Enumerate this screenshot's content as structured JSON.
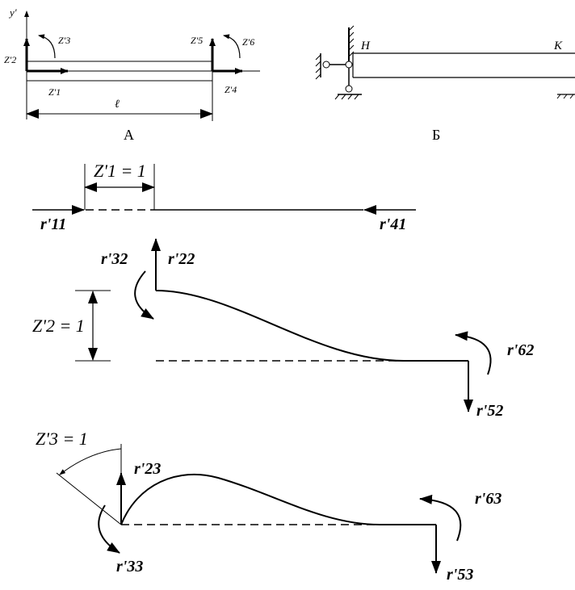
{
  "panel_a": {
    "caption": "А",
    "axis_label": "y'",
    "z1": "Z'1",
    "z2": "Z'2",
    "z3": "Z'3",
    "z4": "Z'4",
    "z5": "Z'5",
    "z6": "Z'6",
    "length_label": "ℓ"
  },
  "panel_b": {
    "caption": "Б",
    "node_h": "H",
    "node_k": "K"
  },
  "case1": {
    "displacement": "Z'1 = 1",
    "r11": "r'11",
    "r41": "r'41"
  },
  "case2": {
    "displacement": "Z'2 = 1",
    "r32": "r'32",
    "r22": "r'22",
    "r62": "r'62",
    "r52": "r'52"
  },
  "case3": {
    "displacement": "Z'3 = 1",
    "r23": "r'23",
    "r33": "r'33",
    "r63": "r'63",
    "r53": "r'53"
  }
}
